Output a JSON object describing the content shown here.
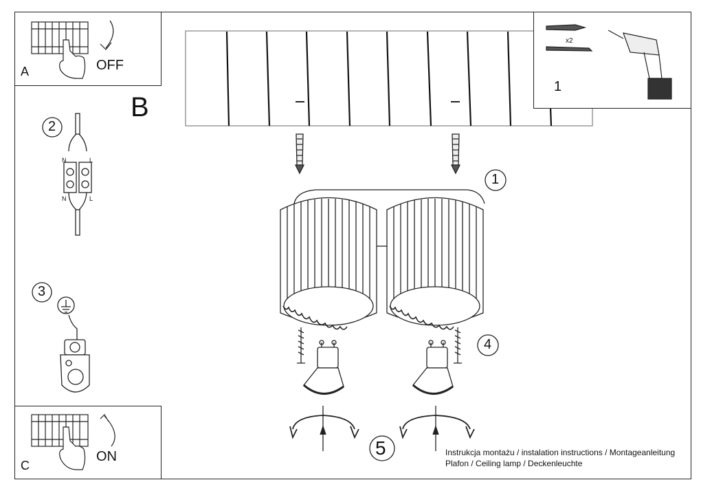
{
  "panels": {
    "a": {
      "letter": "A",
      "switch_text": "OFF"
    },
    "b": {
      "letter": "B"
    },
    "c": {
      "letter": "C",
      "switch_text": "ON"
    }
  },
  "tools": {
    "multiplier": "x2",
    "step": "1"
  },
  "steps": {
    "wiring": "2",
    "ground": "3",
    "mount": "1",
    "bulbs": "4",
    "rotate": "5"
  },
  "terminal_labels": {
    "n_top": "N",
    "l_top": "L",
    "n_bottom": "N",
    "l_bottom": "L"
  },
  "caption": {
    "line1": "Instrukcja montażu / instalation instructions / Montageanleitung",
    "line2": "Plafon / Ceiling lamp / Deckenleuchte"
  },
  "icons": [
    "breaker-panel-icon",
    "hand-icon",
    "arrow-icon",
    "drill-icon",
    "wall-plug-icon",
    "screw-icon",
    "terminal-block-icon",
    "ground-symbol-icon",
    "gu10-bulb-icon",
    "rotate-arrow-icon"
  ]
}
